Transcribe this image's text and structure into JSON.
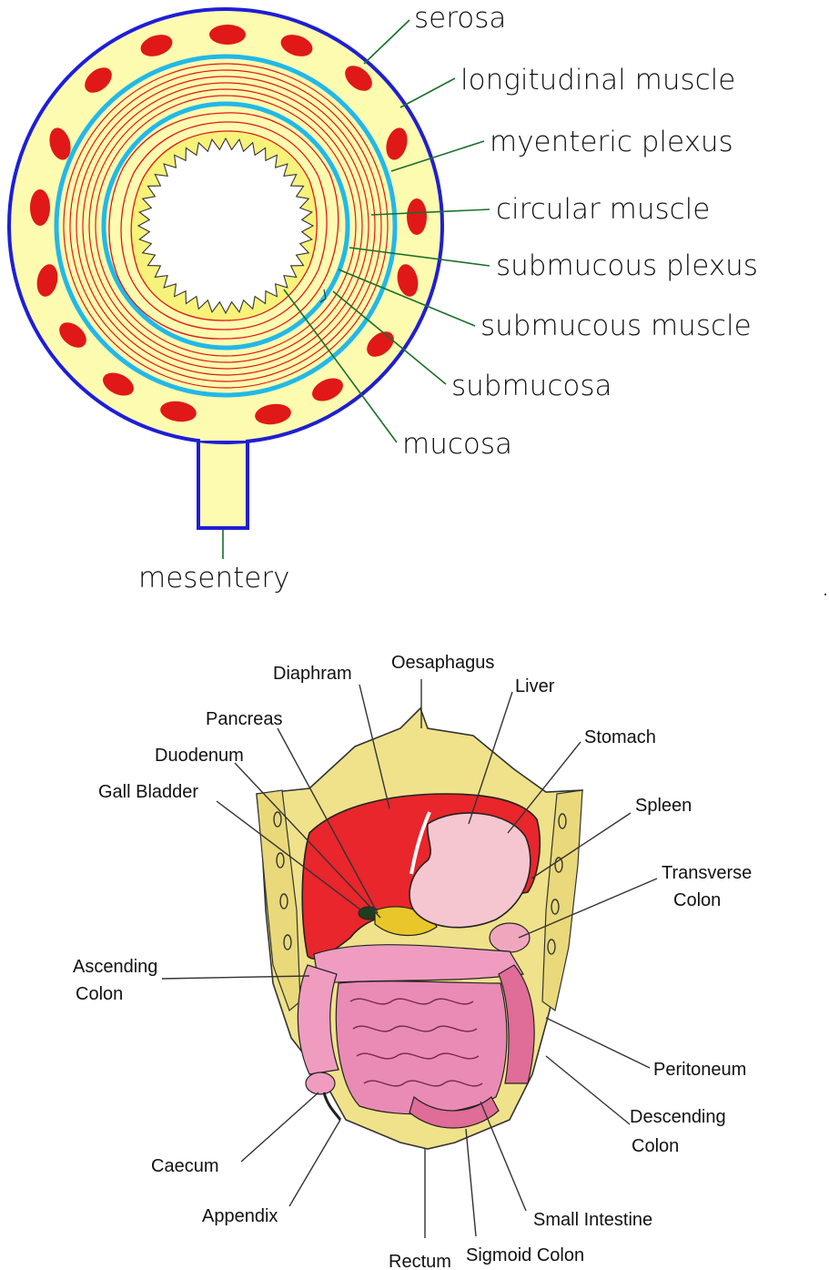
{
  "cross_section": {
    "labels": {
      "serosa": "serosa",
      "longitudinal_muscle": "longitudinal muscle",
      "myenteric_plexus": "myenteric plexus",
      "circular_muscle": "circular muscle",
      "submucous_plexus": "submucous plexus",
      "submucous_muscle": "submucous muscle",
      "submucosa": "submucosa",
      "mucosa": "mucosa",
      "mesentery": "mesentery"
    }
  },
  "abdomen": {
    "labels": {
      "diaphram": "Diaphram",
      "oesaphagus": "Oesaphagus",
      "liver": "Liver",
      "pancreas": "Pancreas",
      "stomach": "Stomach",
      "duodenum": "Duodenum",
      "gall_bladder": "Gall Bladder",
      "spleen": "Spleen",
      "transverse_colon_1": "Transverse",
      "transverse_colon_2": "Colon",
      "ascending_colon_1": "Ascending",
      "ascending_colon_2": "Colon",
      "peritoneum": "Peritoneum",
      "descending_colon_1": "Descending",
      "descending_colon_2": "Colon",
      "caecum": "Caecum",
      "appendix": "Appendix",
      "small_intestine": "Small Intestine",
      "rectum": "Rectum",
      "sigmoid_colon": "Sigmoid Colon"
    }
  },
  "colors": {
    "wall_fill": "#fdfbb0",
    "outline_blue": "#1e1ed6",
    "plexus_cyan": "#22b8e8",
    "muscle_red": "#e01818",
    "mucosa_yellow": "#f7f27a",
    "liver_red": "#e8262b",
    "stomach_pink": "#f6c6d0",
    "intestine_pink": "#e98bb4",
    "peritoneum_tan": "#efe28a"
  }
}
